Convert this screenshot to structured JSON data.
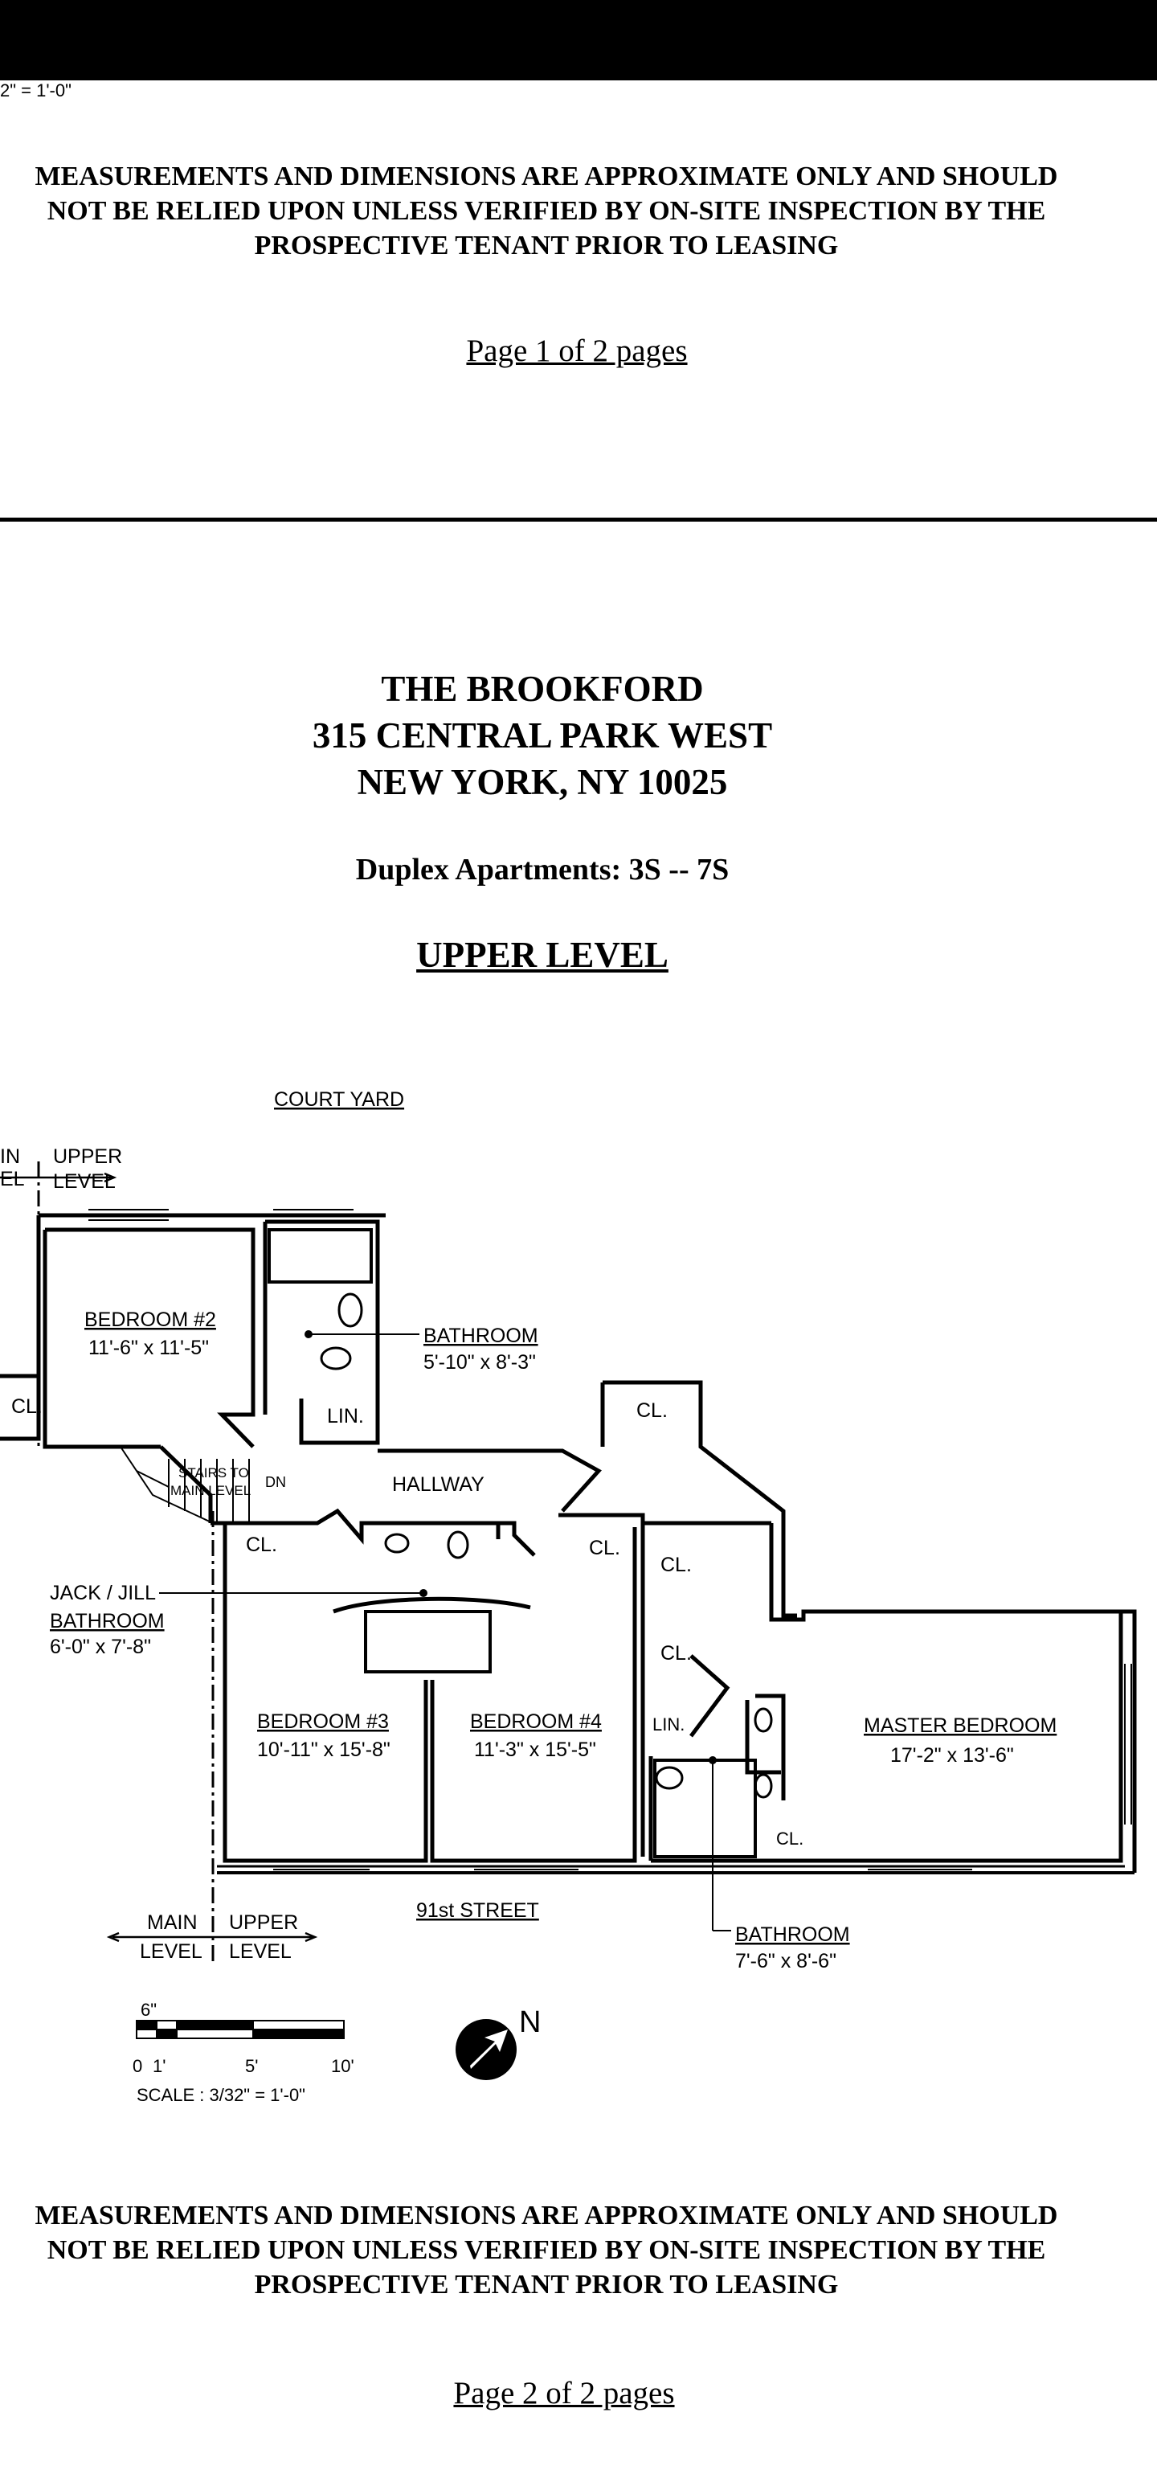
{
  "prev_page": {
    "scale_fragment": "2\" = 1'-0\"",
    "disclaimer": "MEASUREMENTS AND DIMENSIONS ARE APPROXIMATE ONLY AND SHOULD\nNOT BE RELIED UPON UNLESS VERIFIED BY ON-SITE INSPECTION BY THE\nPROSPECTIVE TENANT PRIOR TO LEASING",
    "page_label": "Page 1 of 2 pages"
  },
  "header": {
    "building": "THE BROOKFORD\n315 CENTRAL PARK WEST\nNEW YORK, NY 10025",
    "subtitle": "Duplex Apartments: 3S -- 7S",
    "level_title": "UPPER LEVEL"
  },
  "plan": {
    "court_yard": "COURT YARD",
    "street": "91st STREET",
    "top_level_main": "IN",
    "top_level_main_2": "EL",
    "top_level_upper": "UPPER",
    "top_level_upper_2": "LEVEL",
    "bottom_level_main": "MAIN",
    "bottom_level_main_2": "LEVEL",
    "bottom_level_upper": "UPPER",
    "bottom_level_upper_2": "LEVEL",
    "rooms": {
      "bedroom2_name": "BEDROOM #2",
      "bedroom2_dim": "11'-6\" x 11'-5\"",
      "bath1_name": "BATHROOM",
      "bath1_dim": "5'-10\" x 8'-3\"",
      "hallway": "HALLWAY",
      "stairs_1": "STAIRS TO",
      "stairs_2": "MAIN LEVEL",
      "stairs_dn": "DN",
      "jj_name_1": "JACK / JILL",
      "jj_name_2": "BATHROOM",
      "jj_dim": "6'-0\" x 7'-8\"",
      "bedroom3_name": "BEDROOM #3",
      "bedroom3_dim": "10'-11\" x 15'-8\"",
      "bedroom4_name": "BEDROOM #4",
      "bedroom4_dim": "11'-3\" x 15'-5\"",
      "master_name": "MASTER BEDROOM",
      "master_dim": "17'-2\" x 13'-6\"",
      "bath2_name": "BATHROOM",
      "bath2_dim": "7'-6\" x 8'-6\"",
      "closet": "CL.",
      "linen": "LIN."
    },
    "scale_bar": {
      "top_label": "6\"",
      "tick_0": "0",
      "tick_1": "1'",
      "tick_5": "5'",
      "tick_10": "10'",
      "caption": "SCALE : 3/32\" = 1'-0\""
    },
    "north_label": "N"
  },
  "footer": {
    "disclaimer": "MEASUREMENTS AND DIMENSIONS ARE APPROXIMATE ONLY AND SHOULD\nNOT BE RELIED UPON UNLESS VERIFIED BY ON-SITE INSPECTION BY THE\nPROSPECTIVE TENANT PRIOR TO LEASING",
    "page_label": "Page 2 of 2 pages"
  }
}
